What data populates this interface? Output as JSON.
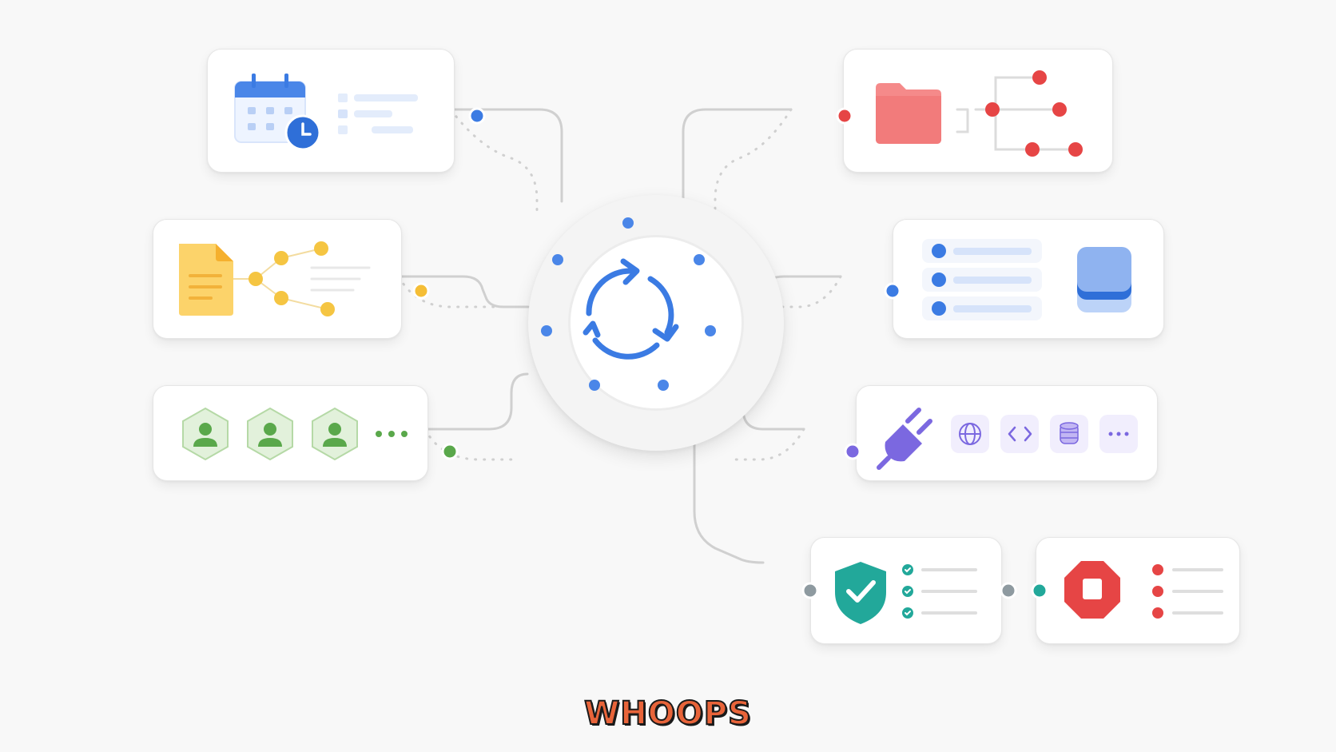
{
  "brand": {
    "wordmark": "WHOOPS"
  },
  "colors": {
    "blue": "#3b7be3",
    "red": "#e64545",
    "yellow": "#f5be36",
    "green": "#5aa84b",
    "purple": "#7b68e0",
    "teal": "#22a89a",
    "gray_node": "#8e9aa0",
    "connector": "#cfcfcf"
  },
  "hub": {
    "icon": "sync-cycle-icon",
    "orbit_nodes": 7
  },
  "cards": [
    {
      "id": "schedule",
      "icon": "calendar-clock-icon",
      "port_color": "#3b7be3"
    },
    {
      "id": "document-flow",
      "icon": "document-icon",
      "port_color": "#f5be36"
    },
    {
      "id": "users",
      "icon": "user-hexagon-icon",
      "count": 3,
      "port_color": "#5aa84b"
    },
    {
      "id": "folder-tree",
      "icon": "folder-icon",
      "port_color": "#e64545"
    },
    {
      "id": "data-list",
      "icon": "database-block-icon",
      "rows": 3,
      "port_color": "#3b7be3"
    },
    {
      "id": "integrations",
      "icon": "plug-icon",
      "chips": [
        "globe-icon",
        "code-icon",
        "database-icon",
        "more-icon"
      ],
      "port_color": "#7b68e0"
    },
    {
      "id": "security",
      "icon": "shield-check-icon",
      "checks": 3,
      "port_color": "#8e9aa0"
    },
    {
      "id": "stop",
      "icon": "stop-sign-icon",
      "items": 3,
      "port_color": "#22a89a"
    }
  ]
}
